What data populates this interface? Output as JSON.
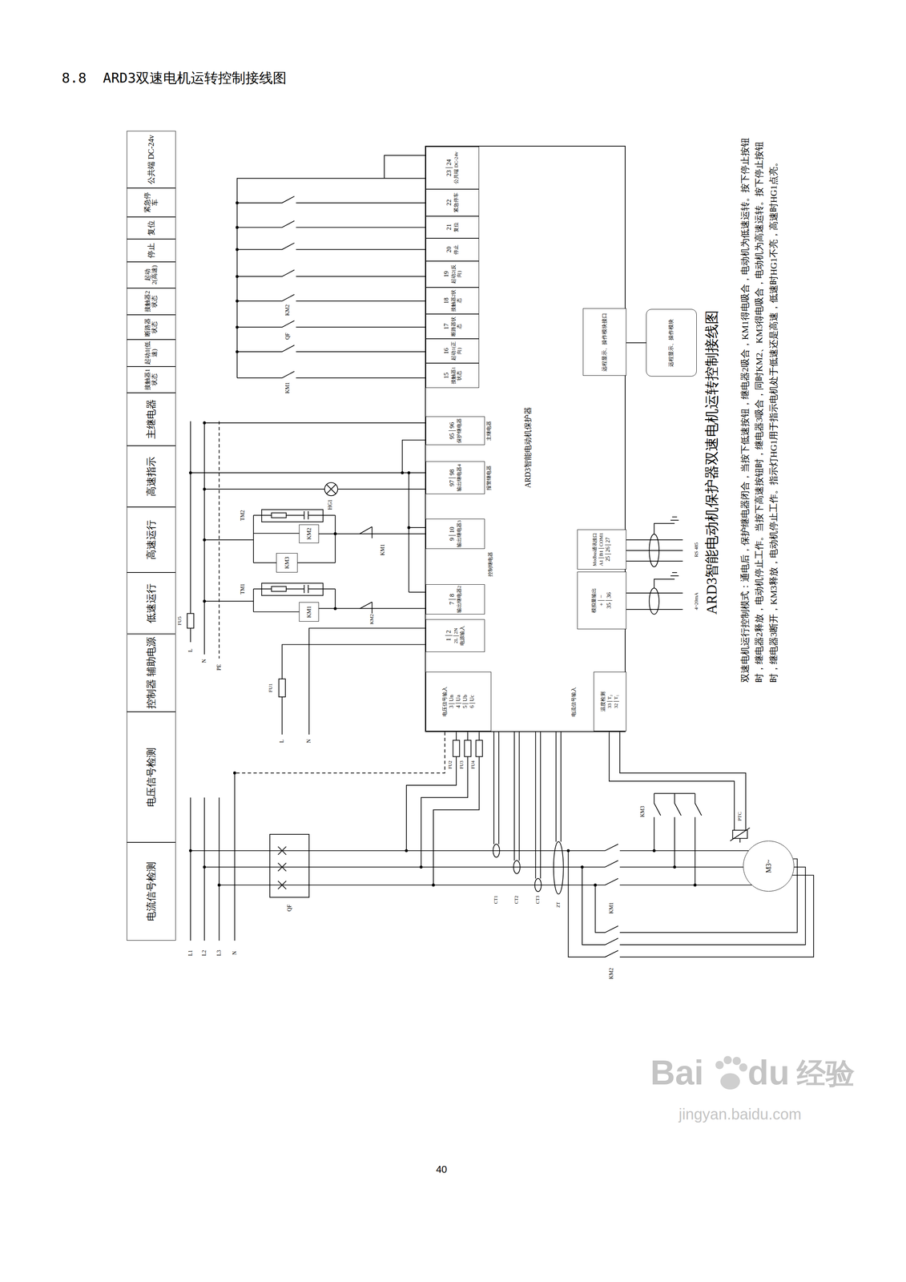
{
  "diagram": {
    "title": "8.8  ARD3双速电机运转控制接线图",
    "caption": "ARD3智能电动机保护器双速电机运转控制接线图",
    "nodes": [
      {
        "text": [
          "电流信号检测"
        ]
      },
      {
        "text": [
          "电压信号检测"
        ]
      },
      {
        "text": [
          "控制器 辅助电源"
        ]
      },
      {
        "text": [
          "低速运行"
        ]
      },
      {
        "text": [
          "高速运行"
        ]
      },
      {
        "text": [
          "高速指示"
        ]
      },
      {
        "text": [
          "主继电器"
        ]
      },
      {
        "text": [
          "接触器1状态"
        ]
      },
      {
        "text": [
          "起动1(低速)"
        ]
      },
      {
        "text": [
          "断路器状态"
        ]
      },
      {
        "text": [
          "接触器2状态"
        ]
      },
      {
        "text": [
          "起动2(高速)"
        ]
      },
      {
        "text": [
          "停止"
        ]
      },
      {
        "text": [
          "复位"
        ]
      },
      {
        "text": [
          "紧急停车"
        ]
      },
      {
        "text": [
          "公共端 DC-24v"
        ]
      },
      {
        "text": [
          "ARD3智能电动机保护器"
        ]
      },
      {
        "text": [
          "15",
          "接触器1状态"
        ],
        "in": 16
      },
      {
        "text": [
          "16",
          "起动1(正向)"
        ],
        "in": 16
      },
      {
        "text": [
          "17",
          "断路器状态"
        ],
        "in": 16
      },
      {
        "text": [
          "18",
          "接触器2状态"
        ],
        "in": 16
      },
      {
        "text": [
          "19",
          "起动2(反向)"
        ],
        "in": 16
      },
      {
        "text": [
          "20",
          "停止"
        ],
        "in": 16
      },
      {
        "text": [
          "21",
          "复位"
        ],
        "in": 16
      },
      {
        "text": [
          "22",
          "紧急停车"
        ],
        "in": 16
      },
      {
        "text": [
          "23",
          "24",
          "公共端 DC-24v"
        ],
        "in": 16
      },
      {
        "text": [
          "1",
          "2",
          "2L",
          "2N",
          "电源输入"
        ],
        "in": 16
      },
      {
        "text": [
          "7",
          "8",
          "输出继电器2"
        ],
        "in": 16
      },
      {
        "text": [
          "9",
          "10",
          "输出继电器3"
        ],
        "in": 16
      },
      {
        "text": [
          "97",
          "98",
          "输出继电器4",
          "报警继电器"
        ],
        "in": 16
      },
      {
        "text": [
          "95",
          "96",
          "保护继电器",
          "主继电器"
        ],
        "in": 16
      },
      {
        "text": [
          "3",
          "4",
          "5",
          "6",
          "Un",
          "Ua",
          "Ub",
          "Uc",
          "电压信号输入"
        ],
        "in": 16
      },
      {
        "text": [
          "温度检测",
          "T₂",
          "T₁",
          "33",
          "32"
        ],
        "in": 16
      },
      {
        "text": [
          "模拟量输出",
          "+",
          "−",
          "35",
          "36"
        ],
        "in": 16
      },
      {
        "text": [
          "Modbus通讯接口",
          "A1",
          "B1",
          "COM1",
          "25",
          "26",
          "27"
        ],
        "in": 16
      },
      {
        "text": [
          "远程显示、操作模块接口"
        ],
        "in": 16
      },
      {
        "text": [
          "远程显示、操作模块"
        ]
      },
      {
        "text": [
          "KM3"
        ]
      },
      {
        "text": [
          "KM2"
        ]
      },
      {
        "text": [
          "KM1"
        ]
      },
      {
        "text": [
          "M3~"
        ]
      }
    ],
    "edges": [
      {
        "from": 35,
        "to": 36,
        "arrow": "none"
      },
      {
        "from": 39,
        "to": 27,
        "arrow": "none"
      },
      {
        "from": 38,
        "to": 28,
        "arrow": "none"
      }
    ],
    "labels": [
      "控制继电器",
      "电流信号输入",
      "RS 485",
      "4~20mA",
      "KM1",
      "QF",
      "KM2",
      "FU5",
      "L",
      "N",
      "PE",
      "TM2",
      "HG1",
      "KM1",
      "TM1",
      "KM2",
      "FU1",
      "L",
      "N",
      "FU2",
      "FU3",
      "FU4",
      "CT1",
      "CT2",
      "CT3",
      "ZT",
      "QF",
      "KM3",
      "KM1",
      "KM2",
      "PTC",
      "L1",
      "L2",
      "L3",
      "N",
      "双速电机运行控制模式：通电后，保护继电器闭合，当按下低速按钮，继电器2吸合，KM1得电吸合，电动机为低速运转。按下停止按钮时，继电器2释放，电动机停止工作。当按下高速按钮时，继电器3吸合，同时KM2、KM3得电吸合，电动机为高速运转。按下停止按钮时，继电器3断开，KM3释放，电动机停止工作。指示灯HG1用于指示电机处于低速还是高速，低速时HG1不亮，高速时HG1点亮。",
      "40",
      "Bai",
      "du",
      "经验",
      "jingyan.baidu.com"
    ]
  }
}
